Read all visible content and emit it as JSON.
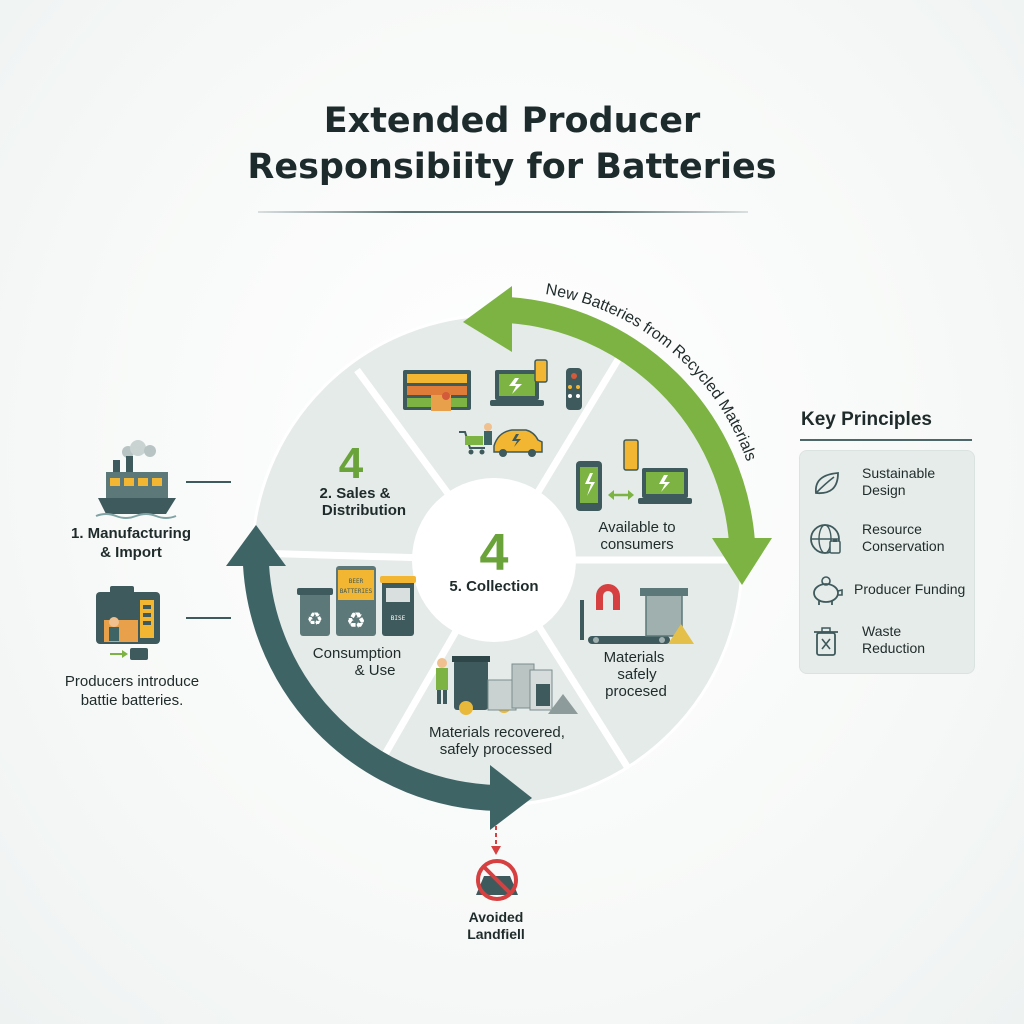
{
  "title": {
    "line1": "Extended Producer",
    "line2": "Responsibiity for Batteries"
  },
  "cycle": {
    "arc_green_label": "New Batteries from Recycled Materials",
    "segments": {
      "sales": {
        "number": "4",
        "label_line1": "2. Sales &",
        "label_line2": "Distribution"
      },
      "center": {
        "number": "4",
        "label": "5. Collection"
      },
      "available": {
        "label_line1": "Available to",
        "label_line2": "consumers"
      },
      "materials_processed": {
        "label_line1": "Materials",
        "label_line2": "safely",
        "label_line3": "procesed"
      },
      "recovered": {
        "label_line1": "Materials recovered,",
        "label_line2": "safely processed"
      },
      "consumption": {
        "label_line1": "Consumption",
        "label_line2": "& Use"
      }
    },
    "bin_text": {
      "bin1": "BEER",
      "bin2": "BATTERIES",
      "bin3": "BISE"
    }
  },
  "left": {
    "manufacturing_line1": "1. Manufacturing",
    "manufacturing_line2": "& Import",
    "producers_line1": "Producers introduce",
    "producers_line2": "battie batteries."
  },
  "landfill": {
    "line1": "Avoided",
    "line2": "Landfiell"
  },
  "key_principles": {
    "heading": "Key Principles",
    "items": [
      {
        "icon": "leaf-icon",
        "line1": "Sustainable",
        "line2": "Design"
      },
      {
        "icon": "globe-icon",
        "line1": "Resource",
        "line2": "Conservation"
      },
      {
        "icon": "piggy-bank-icon",
        "line1": "Producer Funding",
        "line2": ""
      },
      {
        "icon": "waste-bin-icon",
        "line1": "Waste",
        "line2": "Reduction"
      }
    ]
  },
  "colors": {
    "green": "#7cb342",
    "teal": "#3f6466",
    "segment_fill": "#e4ebe9",
    "number_green": "#6aa33a",
    "prohibit_red": "#d64040"
  }
}
